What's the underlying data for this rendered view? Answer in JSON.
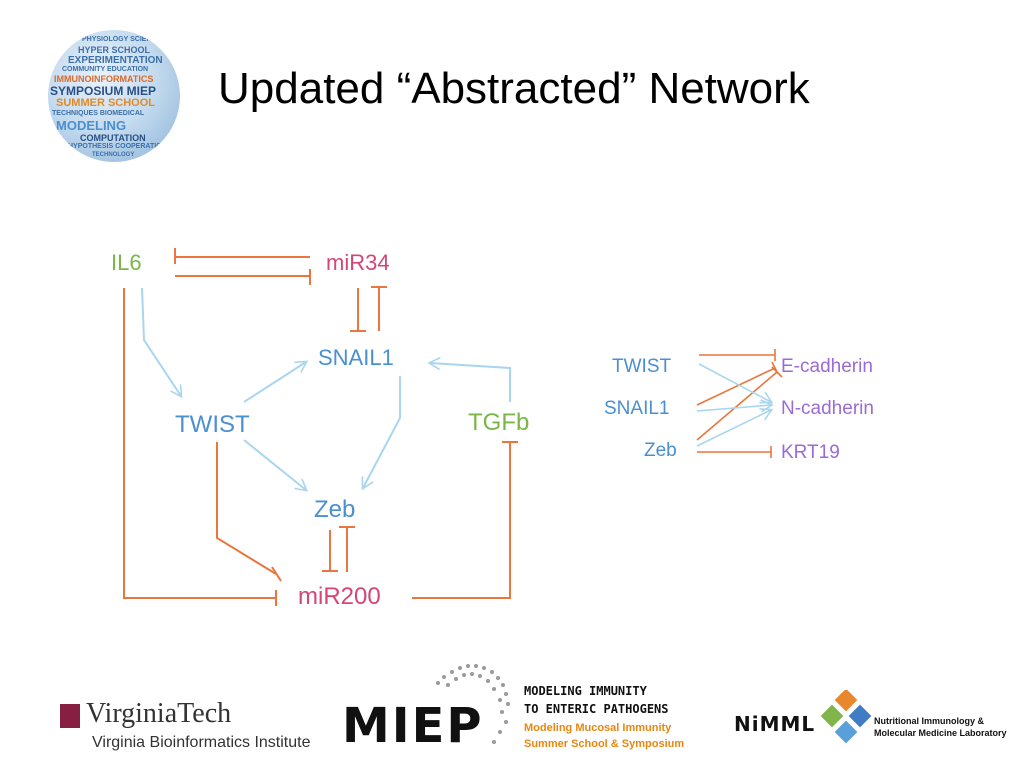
{
  "slide": {
    "title": "Updated “Abstracted” Network"
  },
  "logo": {
    "words": [
      "PHYSIOLOGY SCIENCE",
      "HYPER SCHOOL",
      "EXPERIMENTATION",
      "COMMUNITY EDUCATION",
      "IMMUNOINFORMATICS",
      "SYMPOSIUM MIEP",
      "SUMMER SCHOOL",
      "TECHNIQUES BIOMEDICAL",
      "MODELING",
      "COMPUTATION",
      "HYPOTHESIS COOPERATION",
      "TECHNOLOGY"
    ]
  },
  "network": {
    "nodes": {
      "il6": "IL6",
      "mir34": "miR34",
      "snail1": "SNAIL1",
      "twist": "TWIST",
      "tgfb_main": "TGF",
      "tgfb_suffix": "b",
      "zeb": "Zeb",
      "mir200": "miR200"
    },
    "colors": {
      "activation": "#a9d6ee",
      "inhibition": "#e8763e",
      "green": "#7ab648",
      "pink": "#d64577",
      "blue": "#4a8fd0",
      "purple": "#9b6bd3"
    }
  },
  "targets": {
    "regulators": [
      "TWIST",
      "SNAIL1",
      "Zeb"
    ],
    "genes": [
      "E-cadherin",
      "N-cadherin",
      "KRT19"
    ]
  },
  "footer": {
    "vt_name": "VirginiaTech",
    "vt_institute": "Virginia Bioinformatics Institute",
    "miep_word": "MIEP",
    "miep_line1": "MODELING IMMUNITY",
    "miep_line2": "TO ENTERIC PATHOGENS",
    "miep_line3": "Modeling Mucosal Immunity",
    "miep_line4": "Summer School & Symposium",
    "nimml_word": "NiMML",
    "nimml_line1": "Nutritional Immunology &",
    "nimml_line2": "Molecular Medicine Laboratory"
  }
}
